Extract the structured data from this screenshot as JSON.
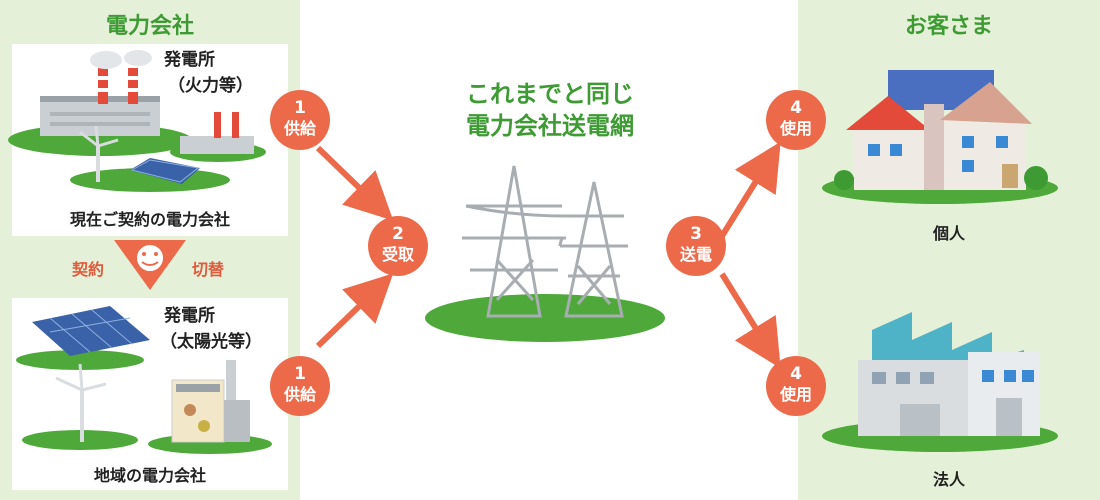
{
  "left_panel": {
    "title": "電力会社",
    "current_plant_name_1": "発電所",
    "current_plant_name_2": "（火力等）",
    "current_company": "現在ご契約の電力会社",
    "switch_left": "契約",
    "switch_right": "切替",
    "local_plant_name_1": "発電所",
    "local_plant_name_2": "（太陽光等）",
    "local_company": "地域の電力会社"
  },
  "center": {
    "title_line1": "これまでと同じ",
    "title_line2": "電力会社送電網"
  },
  "steps": {
    "supply_top": {
      "num": "1",
      "text": "供給"
    },
    "supply_bottom": {
      "num": "1",
      "text": "供給"
    },
    "receive": {
      "num": "2",
      "text": "受取"
    },
    "transmit": {
      "num": "3",
      "text": "送電"
    },
    "use_top": {
      "num": "4",
      "text": "使用"
    },
    "use_bottom": {
      "num": "4",
      "text": "使用"
    }
  },
  "right_panel": {
    "title": "お客さま",
    "individual": "個人",
    "corporate": "法人"
  },
  "colors": {
    "panel_bg": "#e5f0d8",
    "accent_green": "#3e9b33",
    "step_orange": "#ec6a4a"
  }
}
